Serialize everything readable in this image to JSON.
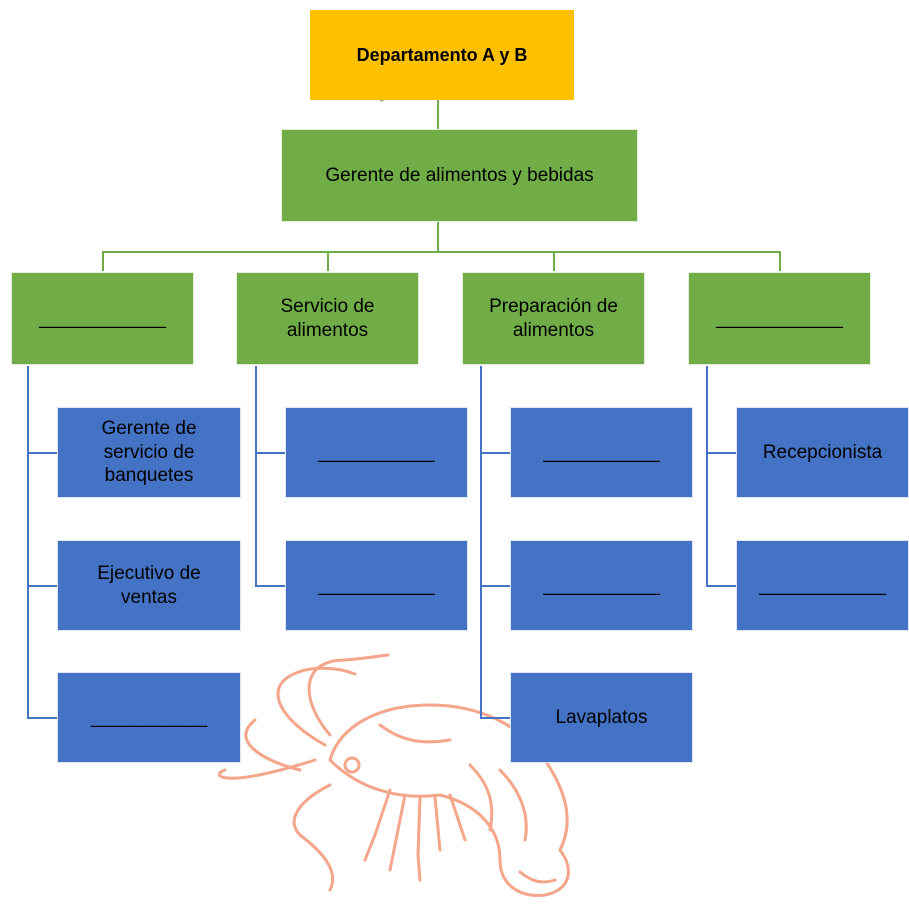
{
  "top": {
    "label": "Departamento A y B"
  },
  "manager": {
    "label": "Gerente de alimentos y bebidas"
  },
  "columns": [
    {
      "header": "____________",
      "items": [
        "Gerente de servicio de banquetes",
        "Ejecutivo de ventas",
        "___________"
      ]
    },
    {
      "header": "Servicio de alimentos",
      "items": [
        "___________",
        "___________"
      ]
    },
    {
      "header": "Preparación de alimentos",
      "items": [
        "___________",
        "___________",
        "Lavaplatos"
      ]
    },
    {
      "header": "____________",
      "items": [
        "Recepcionista",
        "____________"
      ]
    }
  ],
  "colors": {
    "green": "#70ad47",
    "blue": "#4472c4",
    "orange": "#ffc000",
    "watermark": "#f4a58a"
  },
  "watermark_icon": "shrimp-icon"
}
